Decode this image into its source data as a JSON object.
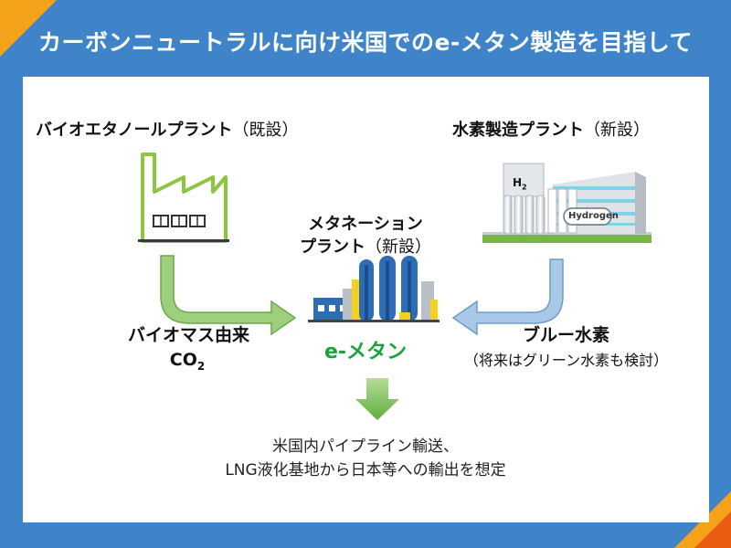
{
  "title": "カーボンニュートラルに向け米国でのe-メタン製造を目指して",
  "bio_plant": {
    "name": "バイオエタノールプラント",
    "status": "（既設）"
  },
  "h2_plant": {
    "name": "水素製造プラント",
    "status": "（新設）",
    "tank_label": "H",
    "tank_sub": "2",
    "badge": "Hydrogen"
  },
  "meth_plant": {
    "line1": "メタネーション",
    "line2": "プラント",
    "status": "（新設）"
  },
  "co2": {
    "line1": "バイオマス由来",
    "line2_main": "CO",
    "line2_sub": "2"
  },
  "blue_h2": {
    "line1": "ブルー水素",
    "line2": "（将来はグリーン水素も検討）"
  },
  "product": "e-メタン",
  "footer": {
    "line1": "米国内パイプライン輸送、",
    "line2": "LNG液化基地から日本等への輸出を想定"
  },
  "colors": {
    "background": "#3f83c9",
    "accent_orange": "#f5a21b",
    "accent_red": "#e85d10",
    "factory_green": "#8cc63f",
    "product_green": "#1aa33c",
    "arrow_green": "#9dcf7d",
    "arrow_blue": "#a8c8e8"
  }
}
